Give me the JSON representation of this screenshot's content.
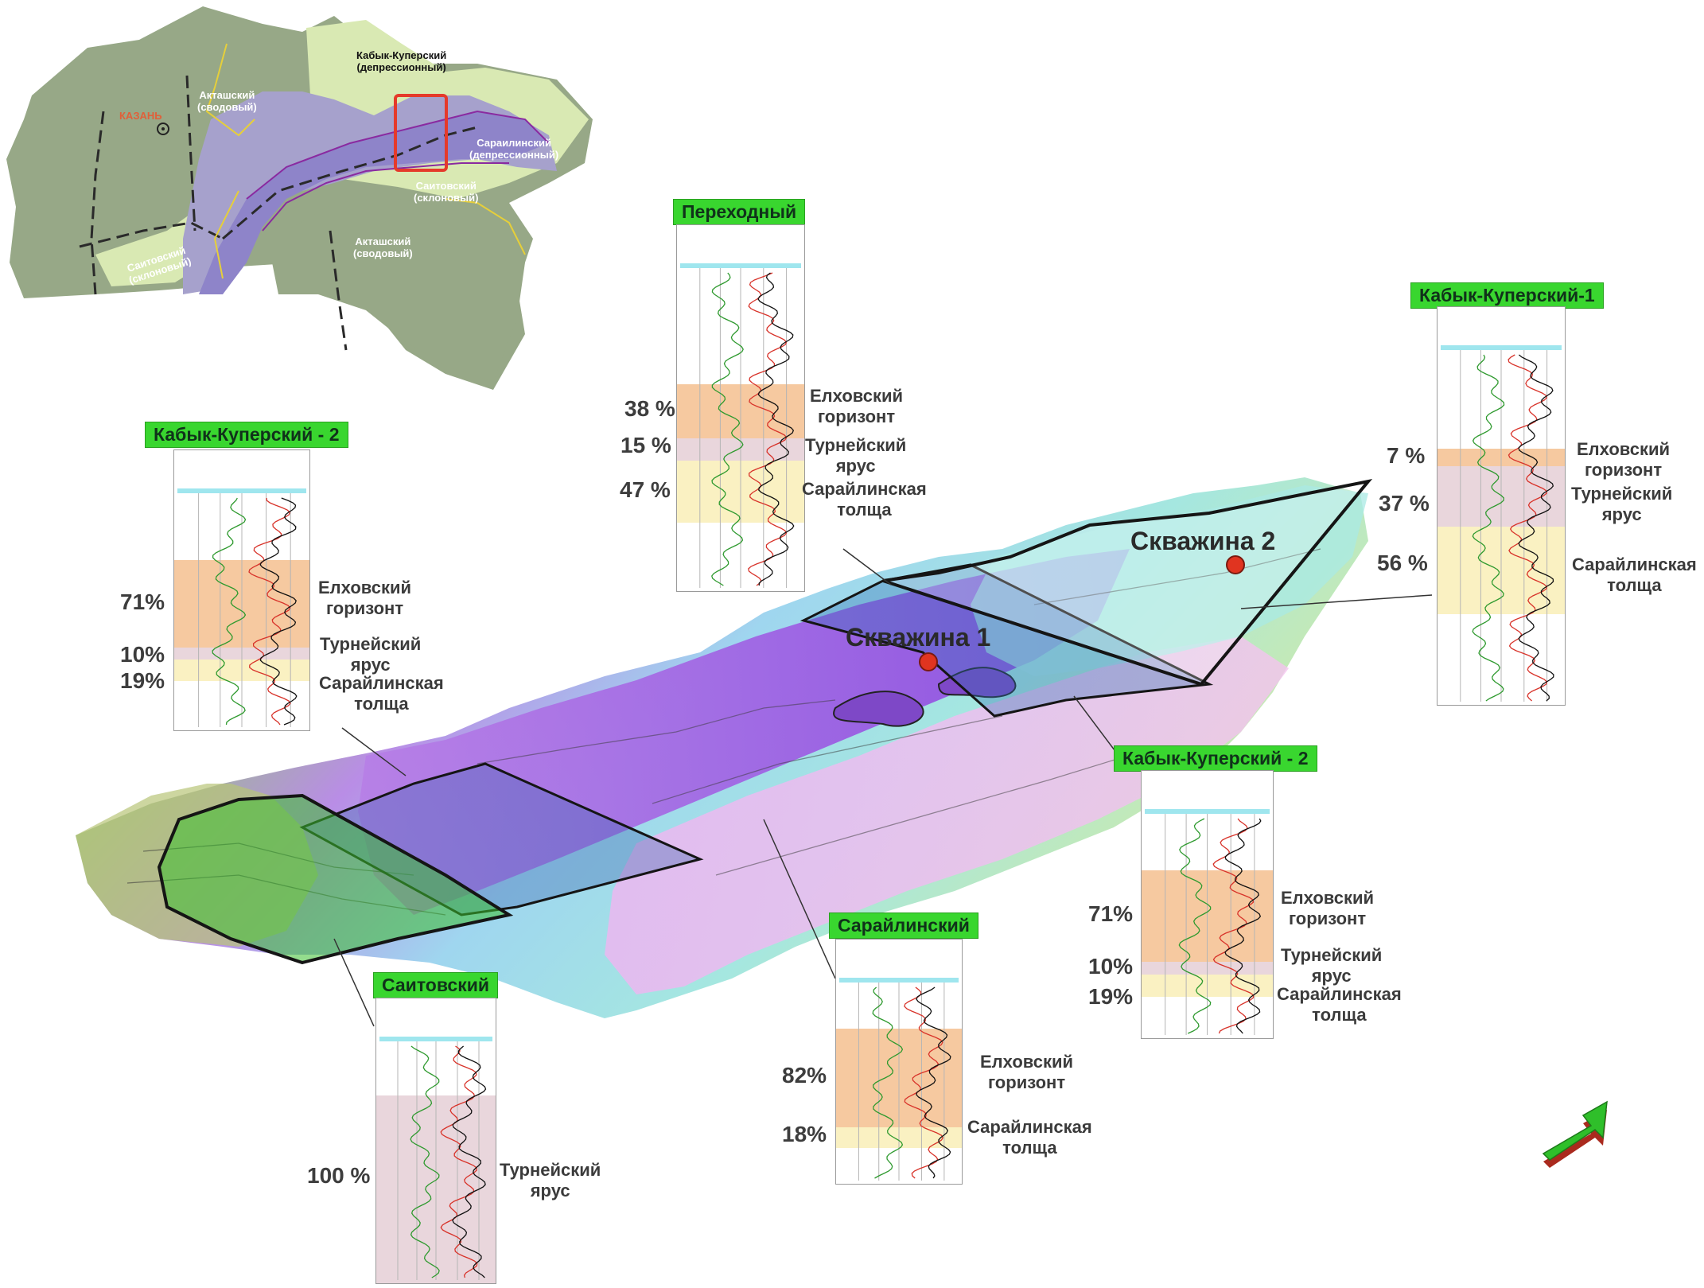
{
  "inset_map": {
    "city": "КАЗАНЬ",
    "region_labels": [
      {
        "id": "aktash-north",
        "text": "Акташский\n(сводовый)"
      },
      {
        "id": "kabyk",
        "text": "Кабык-Куперский\n(депрессионный)"
      },
      {
        "id": "sarailin",
        "text": "Сараилинский\n(депрессионный)"
      },
      {
        "id": "saitov-east",
        "text": "Саитовский\n(склоновый)"
      },
      {
        "id": "aktash-south",
        "text": "Акташский\n(сводовый)"
      },
      {
        "id": "saitov-west",
        "text": "Саитовский\n(склоновый)"
      }
    ]
  },
  "wells": [
    {
      "id": "well-1",
      "label": "Скважина 1"
    },
    {
      "id": "well-2",
      "label": "Скважина 2"
    }
  ],
  "sections": [
    {
      "id": "perekhodny",
      "title": "Переходный",
      "zones": [
        {
          "pct": "38 %",
          "name": "Елховский\nгоризонт"
        },
        {
          "pct": "15 %",
          "name": "Турнейский\nярус"
        },
        {
          "pct": "47 %",
          "name": "Сарайлинская\nтолща"
        }
      ]
    },
    {
      "id": "kabyk1",
      "title": "Кабык-Куперский-1",
      "zones": [
        {
          "pct": "7 %",
          "name": "Елховский\nгоризонт"
        },
        {
          "pct": "37 %",
          "name": "Турнейский\nярус"
        },
        {
          "pct": "56 %",
          "name": "Сарайлинская\nтолща"
        }
      ]
    },
    {
      "id": "kabyk2-left",
      "title": "Кабык-Куперский - 2",
      "zones": [
        {
          "pct": "71%",
          "name": "Елховский\nгоризонт"
        },
        {
          "pct": "10%",
          "name": "Турнейский\nярус"
        },
        {
          "pct": "19%",
          "name": "Сарайлинская\nтолща"
        }
      ]
    },
    {
      "id": "kabyk2-right",
      "title": "Кабык-Куперский - 2",
      "zones": [
        {
          "pct": "71%",
          "name": "Елховский\nгоризонт"
        },
        {
          "pct": "10%",
          "name": "Турнейский\nярус"
        },
        {
          "pct": "19%",
          "name": "Сарайлинская\nтолща"
        }
      ]
    },
    {
      "id": "sarailinsky",
      "title": "Сарайлинский",
      "zones": [
        {
          "pct": "82%",
          "name": "Елховский\nгоризонт"
        },
        {
          "pct": "18%",
          "name": "Сарайлинская\nтолща"
        }
      ]
    },
    {
      "id": "saitovsky",
      "title": "Саитовский",
      "zones": [
        {
          "pct": "100 %",
          "name": "Турнейский\nярус"
        }
      ]
    }
  ],
  "colors": {
    "elkhovsky": "#f6c9a0",
    "turneisky": "#e9d6dc",
    "sarailinskaya": "#faf1c2",
    "well_marker": "#e03420",
    "tag_green": "#39d62f"
  },
  "icons": [
    "north-arrow-icon"
  ]
}
